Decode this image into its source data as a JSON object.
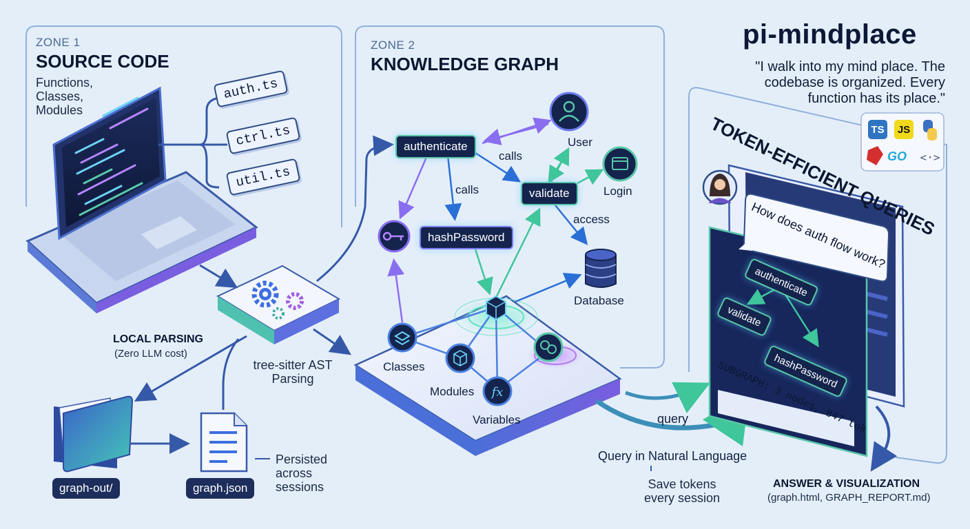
{
  "title": "pi-mindplace",
  "quote": "\"I walk into my mind place. The codebase is organized. Every function has its place.\"",
  "zone1": {
    "label": "ZONE 1",
    "title": "SOURCE CODE",
    "subtitle": "Functions, Classes, Modules",
    "files": [
      "auth.ts",
      "ctrl.ts",
      "util.ts"
    ]
  },
  "parsing": {
    "title": "LOCAL PARSING",
    "subtitle": "(Zero LLM cost)",
    "tree_sitter": "tree-sitter AST Parsing"
  },
  "storage": {
    "folder": "graph-out/",
    "file": "graph.json",
    "persisted": "Persisted across sessions"
  },
  "zone2": {
    "label": "ZONE 2",
    "title": "KNOWLEDGE GRAPH",
    "nodes": {
      "authenticate": "authenticate",
      "validate": "validate",
      "hashPassword": "hashPassword",
      "user": "User",
      "login": "Login",
      "database": "Database",
      "classes": "Classes",
      "modules": "Modules",
      "variables": "Variables"
    },
    "edges": {
      "calls1": "calls",
      "calls2": "calls",
      "access": "access"
    }
  },
  "query": {
    "arrow_label": "query",
    "natural_language": "Query in Natural Language",
    "save_tokens": "Save tokens every session"
  },
  "zone3": {
    "title": "TOKEN-EFFICIENT QUERIES",
    "question": "How does auth flow work?",
    "graph_nodes": [
      "authenticate",
      "validate",
      "hashPassword"
    ],
    "subgraph": "SUBGRAPH: 3 nodes, 847 tok",
    "languages": [
      "TS",
      "JS",
      "python",
      "ruby",
      "GO",
      "code"
    ]
  },
  "answer": {
    "title": "ANSWER & VISUALIZATION",
    "files": "(graph.html, GRAPH_REPORT.md)"
  },
  "colors": {
    "background": "#e4eef9",
    "navy": "#14244d",
    "teal": "#58c8a8",
    "purple": "#7f7cf0",
    "blue_arrow": "#3559a8"
  }
}
